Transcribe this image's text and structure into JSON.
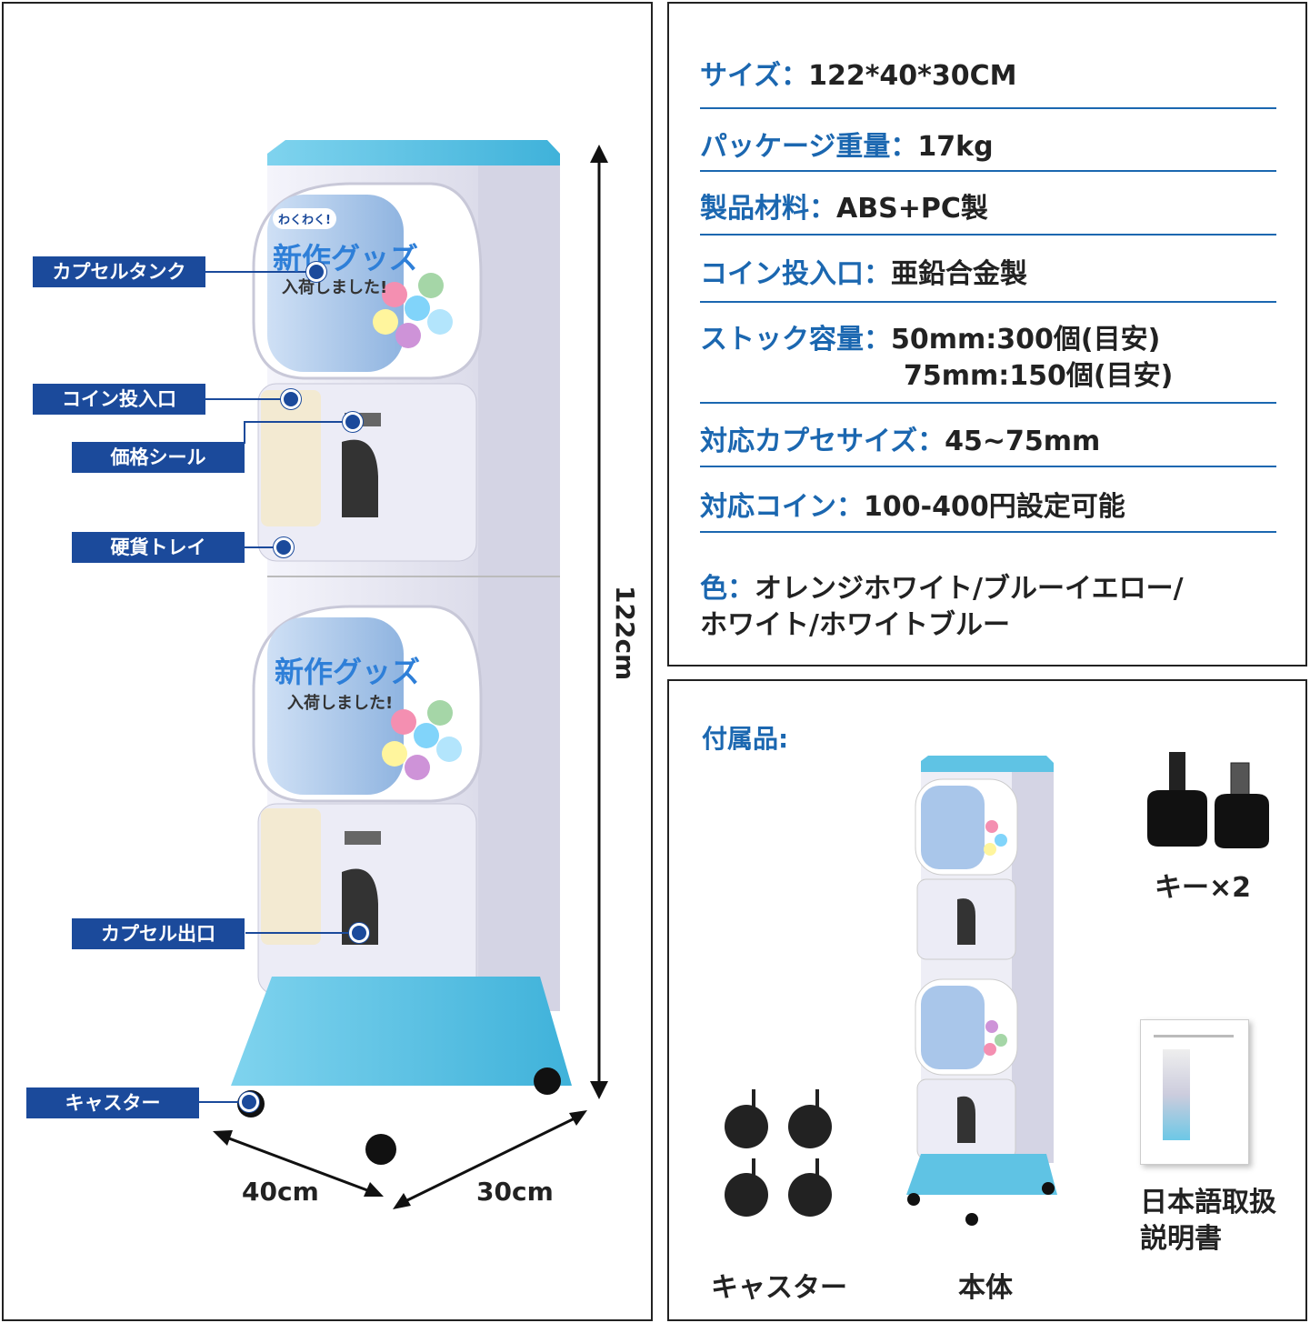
{
  "callouts": {
    "capsule_tank": "カプセルタンク",
    "coin_slot": "コイン投入口",
    "price_sticker": "価格シール",
    "coin_tray": "硬貨トレイ",
    "capsule_outlet": "カプセル出口",
    "caster": "キャスター"
  },
  "dimensions": {
    "height": "122cm",
    "width": "40cm",
    "depth": "30cm"
  },
  "machine_label": {
    "line1": "新作グッズ",
    "line2": "入荷しました!",
    "badge": "わくわく!"
  },
  "specs": {
    "size": {
      "label": "サイズ：",
      "value": "122*40*30CM"
    },
    "weight": {
      "label": "パッケージ重量：",
      "value": "17kg"
    },
    "material": {
      "label": "製品材料：",
      "value": "ABS+PC製"
    },
    "coin_slot": {
      "label": "コイン投入口：",
      "value": "亜鉛合金製"
    },
    "stock": {
      "label": "ストック容量：",
      "value1": "50mm:300個(目安)",
      "value2": "75mm:150個(目安)"
    },
    "capsule_size": {
      "label": "対応カプセサイズ：",
      "value": "45~75mm"
    },
    "coin": {
      "label": "対応コイン：",
      "value": "100-400円設定可能"
    },
    "color": {
      "label": "色：",
      "value1": "オレンジホワイト/ブルーイエロー/",
      "value2": "ホワイト/ホワイトブルー"
    }
  },
  "accessories": {
    "title": "付属品:",
    "key": "キー×2",
    "manual_line1": "日本語取扱",
    "manual_line2": "説明書",
    "casters": "キャスター",
    "body": "本体"
  },
  "colors": {
    "accent_blue": "#1b4a9b",
    "spec_blue": "#1b67b0",
    "machine_base": "#5fc3e4"
  }
}
